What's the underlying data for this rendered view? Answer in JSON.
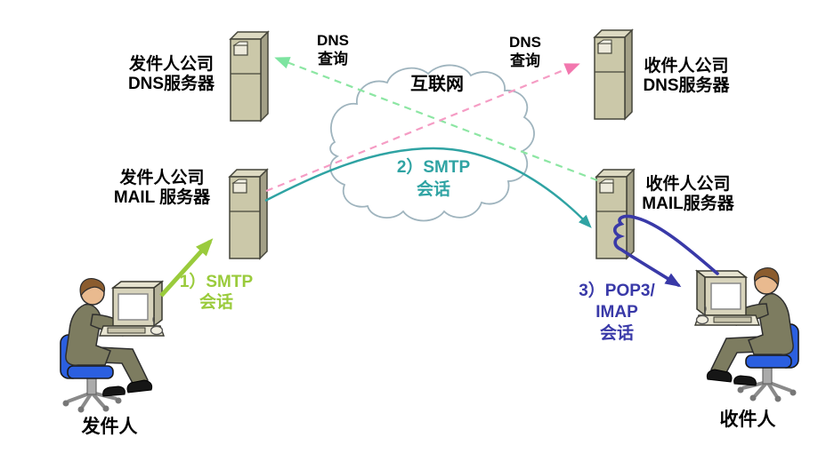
{
  "diagram": {
    "internet_cloud": {
      "label": "互联网"
    },
    "nodes": {
      "sender_dns_server": {
        "line1": "发件人公司",
        "line2": "DNS服务器"
      },
      "sender_mail_server": {
        "line1": "发件人公司",
        "line2": "MAIL 服务器"
      },
      "receiver_dns_server": {
        "line1": "收件人公司",
        "line2": "DNS服务器"
      },
      "receiver_mail_server": {
        "line1": "收件人公司",
        "line2": "MAIL服务器"
      },
      "sender": {
        "label": "发件人"
      },
      "receiver": {
        "label": "收件人"
      }
    },
    "flows": {
      "dns_query_left": {
        "line1": "DNS",
        "line2": "查询",
        "style": "dashed",
        "color": "#7DE4A0"
      },
      "dns_query_right": {
        "line1": "DNS",
        "line2": "查询",
        "style": "dashed",
        "color": "#F277AE"
      },
      "smtp_1": {
        "line1": "1）SMTP",
        "line2": "会话",
        "style": "solid-arrow",
        "color": "#9ACB3C"
      },
      "smtp_2": {
        "line1": "2）SMTP",
        "line2": "会话",
        "style": "solid-curve",
        "color": "#2FA3A3"
      },
      "pop3_imap": {
        "line1": "3）POP3/",
        "line2": "IMAP",
        "line3": "会话",
        "style": "solid-loop",
        "color": "#3939A8"
      }
    },
    "icons": {
      "server": "server-tower-icon",
      "cloud": "internet-cloud-icon",
      "person": "person-at-computer-icon"
    },
    "colors": {
      "background": "#FFFFFF",
      "text": "#000000",
      "server_front": "#CBC8A9",
      "server_side": "#A3A087",
      "server_top": "#DDDAC2",
      "cloud_outline": "#9FB4BE",
      "chair_blue": "#2B5FE0",
      "clothes_olive": "#7D7C60"
    }
  }
}
